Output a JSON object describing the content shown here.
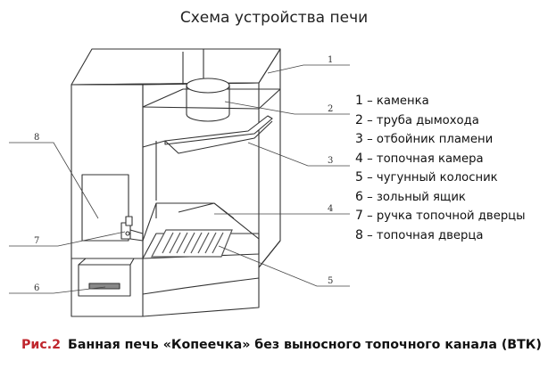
{
  "title": "Схема устройства печи",
  "legend": [
    {
      "number": "1",
      "text": "каменка"
    },
    {
      "number": "2",
      "text": "труба дымохода"
    },
    {
      "number": "3",
      "text": "отбойник пламени"
    },
    {
      "number": "4",
      "text": "топочная камера"
    },
    {
      "number": "5",
      "text": "чугунный колосник"
    },
    {
      "number": "6",
      "text": "зольный ящик"
    },
    {
      "number": "7",
      "text": "ручка топочной дверцы"
    },
    {
      "number": "8",
      "text": "топочная дверца"
    }
  ],
  "dash": "–",
  "callouts": [
    "1",
    "2",
    "3",
    "4",
    "5",
    "6",
    "7",
    "8"
  ],
  "caption": {
    "figure": "Рис.2",
    "text": "Банная печь «Копеечка» без выносного топочного канала (ВТК)"
  },
  "colors": {
    "caption_figure": "#c0262d",
    "line": "#333333",
    "grate": "#555555"
  }
}
